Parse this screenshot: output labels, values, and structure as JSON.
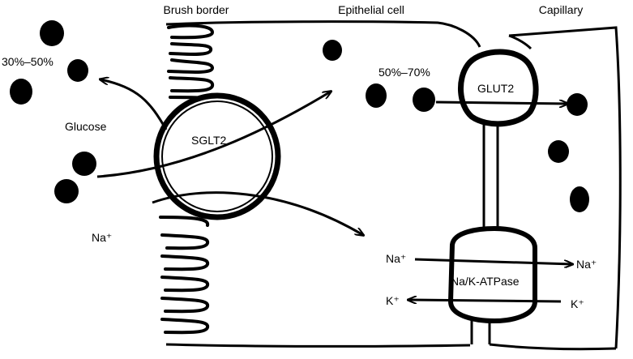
{
  "headers": {
    "brush_border": "Brush border",
    "epithelial_cell": "Epithelial cell",
    "capillary": "Capillary"
  },
  "labels": {
    "pct_lumen": "30%–50%",
    "pct_cell": "50%–70%",
    "glucose": "Glucose",
    "sglt2": "SGLT2",
    "glut2": "GLUT2",
    "na_lumen": "Na⁺",
    "na_in": "Na⁺",
    "na_out": "Na⁺",
    "k_out": "K⁺",
    "k_in": "K⁺",
    "atpase": "Na/K-ATPase"
  },
  "colors": {
    "ink": "#000000",
    "background": "#ffffff"
  }
}
